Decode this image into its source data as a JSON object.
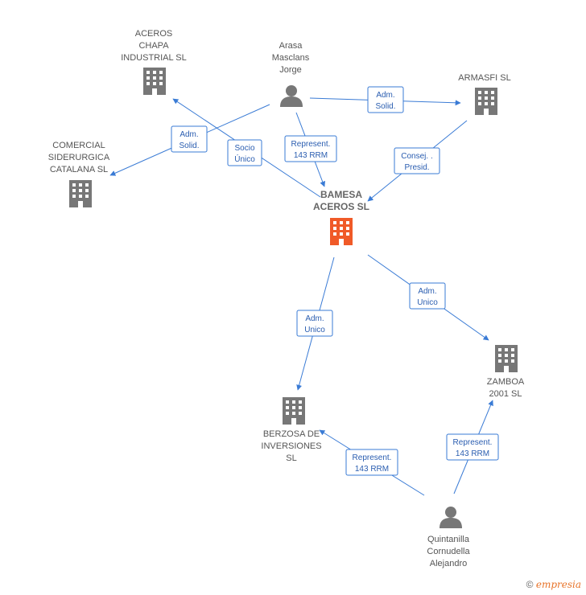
{
  "colors": {
    "accent": "#3a7bd5",
    "main_node": "#f05a28",
    "node": "#777777",
    "label": "#555555"
  },
  "nodes": {
    "bamesa": {
      "lines": [
        "BAMESA",
        "ACEROS SL"
      ],
      "kind": "company-main"
    },
    "aceros_chapa": {
      "lines": [
        "ACEROS",
        "CHAPA",
        "INDUSTRIAL SL"
      ],
      "kind": "company"
    },
    "arasa": {
      "lines": [
        "Arasa",
        "Masclans",
        "Jorge"
      ],
      "kind": "person"
    },
    "armasfi": {
      "lines": [
        "ARMASFI SL"
      ],
      "kind": "company"
    },
    "comercial": {
      "lines": [
        "COMERCIAL",
        "SIDERURGICA",
        "CATALANA SL"
      ],
      "kind": "company"
    },
    "zamboa": {
      "lines": [
        "ZAMBOA",
        "2001  SL"
      ],
      "kind": "company"
    },
    "berzosa": {
      "lines": [
        "BERZOSA DE",
        "INVERSIONES",
        "SL"
      ],
      "kind": "company"
    },
    "quintanilla": {
      "lines": [
        "Quintanilla",
        "Cornudella",
        "Alejandro"
      ],
      "kind": "person"
    }
  },
  "edges": [
    {
      "id": "e1",
      "lines": [
        "Adm.",
        "Solid."
      ]
    },
    {
      "id": "e2",
      "lines": [
        "Adm.",
        "Solid."
      ]
    },
    {
      "id": "e3",
      "lines": [
        "Socio",
        "Único"
      ]
    },
    {
      "id": "e4",
      "lines": [
        "Represent.",
        "143 RRM"
      ]
    },
    {
      "id": "e5",
      "lines": [
        "Consej. .",
        "Presid."
      ]
    },
    {
      "id": "e6",
      "lines": [
        "Adm.",
        "Unico"
      ]
    },
    {
      "id": "e7",
      "lines": [
        "Adm.",
        "Unico"
      ]
    },
    {
      "id": "e8",
      "lines": [
        "Represent.",
        "143 RRM"
      ]
    },
    {
      "id": "e9",
      "lines": [
        "Represent.",
        "143 RRM"
      ]
    }
  ],
  "footer": {
    "copyright": "©",
    "brand": "empresia"
  }
}
